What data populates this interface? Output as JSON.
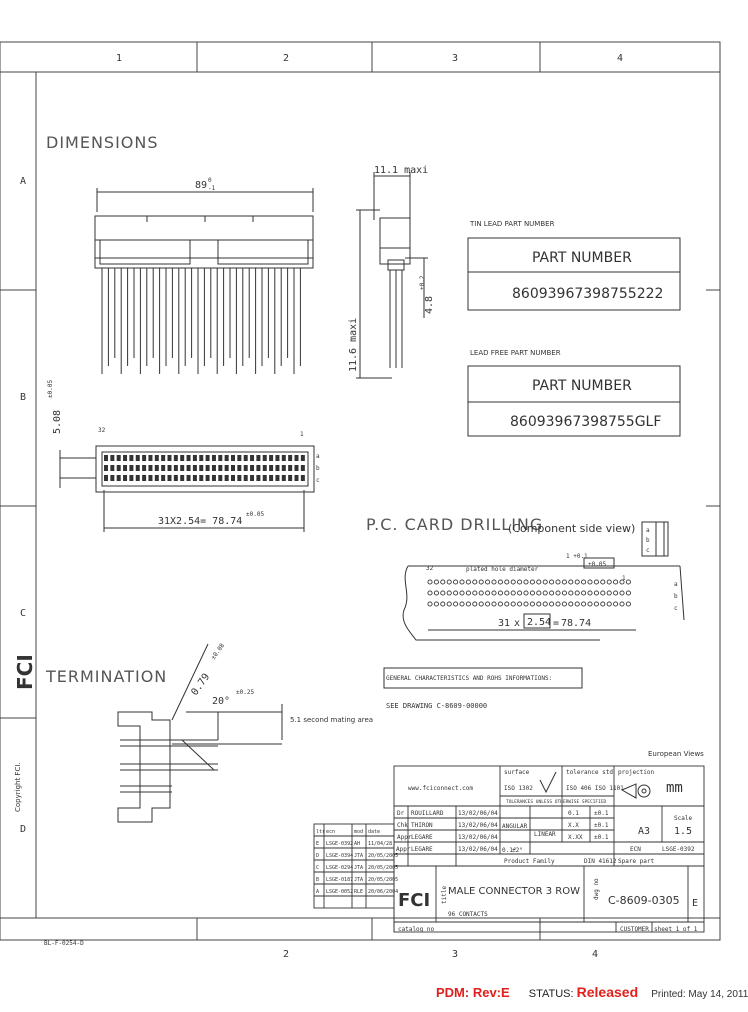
{
  "frame": {
    "columns": [
      "1",
      "2",
      "3",
      "4"
    ],
    "rows": [
      "A",
      "B",
      "C",
      "D"
    ]
  },
  "dimensions": {
    "heading": "DIMENSIONS",
    "overall_width": "89",
    "overall_width_tol_upper": "0",
    "overall_width_tol_lower": "-1",
    "side_width": "11.1 maxi",
    "height_total": "11.6 maxi",
    "lead_height": "4.8",
    "lead_height_tol": "±0.2",
    "row_pitch": "5.08",
    "row_pitch_tol": "±0.05",
    "pin_first": "32",
    "pin_last": "1",
    "pitch_label": "31X2.54= 78.74",
    "pitch_tol": "±0.05",
    "row_letters": [
      "a",
      "b",
      "c"
    ]
  },
  "tin_lead": {
    "heading": "TIN LEAD PART NUMBER",
    "label": "PART NUMBER",
    "value": "86093967398755222"
  },
  "lead_free": {
    "heading": "LEAD FREE PART NUMBER",
    "label": "PART NUMBER",
    "value": "86093967398755GLF"
  },
  "pcb": {
    "heading": "P.C. CARD DRILLING",
    "subheading": "(Component side view)",
    "hole_label": "plated hole diameter",
    "hole_dim": "1 +0.1",
    "hole_tol": "±0.05",
    "pitch_count": "31",
    "pitch_value": "2.54",
    "pitch_total": "78.74",
    "pin_first": "32",
    "pin_last": "1",
    "row_letters": [
      "a",
      "b",
      "c"
    ],
    "legend": [
      "a",
      "b",
      "c"
    ]
  },
  "termination": {
    "heading": "TERMINATION",
    "diameter": "0.79",
    "diameter_tol": "±0.08",
    "angle": "20°",
    "angle_tol": "±0.25",
    "mating_label": "5.1 second mating area"
  },
  "general": {
    "line1": "GENERAL CHARACTERISTICS AND ROHS INFORMATIONS:",
    "line2": "SEE DRAWING C-8609-00000"
  },
  "title_block": {
    "projection_header": "European Views",
    "website": "www.fciconnect.com",
    "unit": "mm",
    "surface_label": "surface",
    "surface_std": "ISO 1302",
    "tolerance_label": "tolerance std",
    "tolerance_std": "ISO 406   ISO 1101",
    "projection_label": "projection",
    "tolerance_note": "TOLERANCES UNLESS OTHERWISE SPECIFIED",
    "angular_label": "ANGULAR",
    "angular_value": "0.1°",
    "angular_tol": "±2°",
    "linear_label": "LINEAR",
    "linear_rows": [
      {
        "range": "0.1",
        "tol": "±0.1"
      },
      {
        "range": "X.X",
        "tol": "±0.1"
      },
      {
        "range": "X.XX",
        "tol": "±0.1"
      }
    ],
    "format": "A3",
    "scale_label": "Scale",
    "scale": "1.5",
    "ecn_label": "ECN",
    "ecn": "LSGE-0392",
    "product_family": "Product Family",
    "din_label": "DIN 41612",
    "spare_part": "Spare part",
    "people": [
      {
        "role": "Dr",
        "name": "ROUILLARD",
        "date": "13/02/06/04"
      },
      {
        "role": "Chk",
        "name": "THIRON",
        "date": "13/02/06/04"
      },
      {
        "role": "Appr",
        "name": "LEGARE",
        "date": "13/02/06/04"
      },
      {
        "role": "Appr",
        "name": "LEGARE",
        "date": "13/02/06/04"
      }
    ],
    "revisions_header": [
      "ltr",
      "ecn",
      "mod",
      "date"
    ],
    "revisions": [
      {
        "ltr": "E",
        "ecn": "LSGE-0392",
        "mod": "AH",
        "date": "11/04/28"
      },
      {
        "ltr": "D",
        "ecn": "LSGE-0394",
        "mod": "JTA",
        "date": "20/05/2005"
      },
      {
        "ltr": "C",
        "ecn": "LSGE-0294",
        "mod": "JTA",
        "date": "20/05/2005"
      },
      {
        "ltr": "B",
        "ecn": "LSGE-0187",
        "mod": "JTA",
        "date": "20/05/2005"
      },
      {
        "ltr": "A",
        "ecn": "LSGE-0052",
        "mod": "RLE",
        "date": "20/06/2004"
      }
    ],
    "title_label": "title",
    "title": "MALE CONNECTOR 3 ROW",
    "subtitle": "96 CONTACTS",
    "dwg_label": "dwg no",
    "dwg_no": "C-8609-0305",
    "rev": "E",
    "catalog": "catalog no",
    "customer": "CUSTOMER",
    "sheet": "sheet 1 of 1"
  },
  "copyright": "Copyright FCI.",
  "brand": "FCI",
  "bottom_note": "BL-F-0254-D",
  "status": {
    "pdm": "PDM: Rev:E",
    "status_label": "STATUS:",
    "status_value": "Released",
    "printed": "Printed: May 14, 2011"
  }
}
